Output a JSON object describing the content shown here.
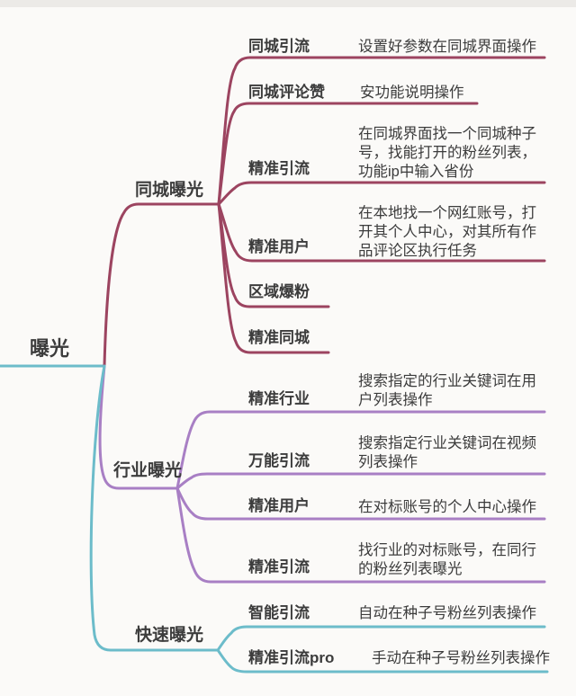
{
  "root": {
    "label": "曝光",
    "line_color": "#6cbcca"
  },
  "branches": [
    {
      "label": "同城曝光",
      "color": "#9c4460",
      "children": [
        {
          "label": "同城引流",
          "desc": "设置好参数在同城界面操作"
        },
        {
          "label": "同城评论赞",
          "desc": "安功能说明操作"
        },
        {
          "label": "精准引流",
          "desc": "在同城界面找一个同城种子号，找能打开的粉丝列表，功能ip中输入省份"
        },
        {
          "label": "精准用户",
          "desc": "在本地找一个网红账号，打开其个人中心，对其所有作品评论区执行任务"
        },
        {
          "label": "区域爆粉",
          "desc": ""
        },
        {
          "label": "精准同城",
          "desc": ""
        }
      ]
    },
    {
      "label": "行业曝光",
      "color": "#a87fc4",
      "children": [
        {
          "label": "精准行业",
          "desc": "搜索指定的行业关键词在用户列表操作"
        },
        {
          "label": "万能引流",
          "desc": "搜索指定行业关键词在视频列表操作"
        },
        {
          "label": "精准用户",
          "desc": "在对标账号的个人中心操作"
        },
        {
          "label": "精准引流",
          "desc": "找行业的对标账号，在同行的粉丝列表曝光"
        }
      ]
    },
    {
      "label": "快速曝光",
      "color": "#6cbcca",
      "children": [
        {
          "label": "智能引流",
          "desc": "自动在种子号粉丝列表操作"
        },
        {
          "label": "精准引流pro",
          "desc": "手动在种子号粉丝列表操作"
        }
      ]
    }
  ]
}
